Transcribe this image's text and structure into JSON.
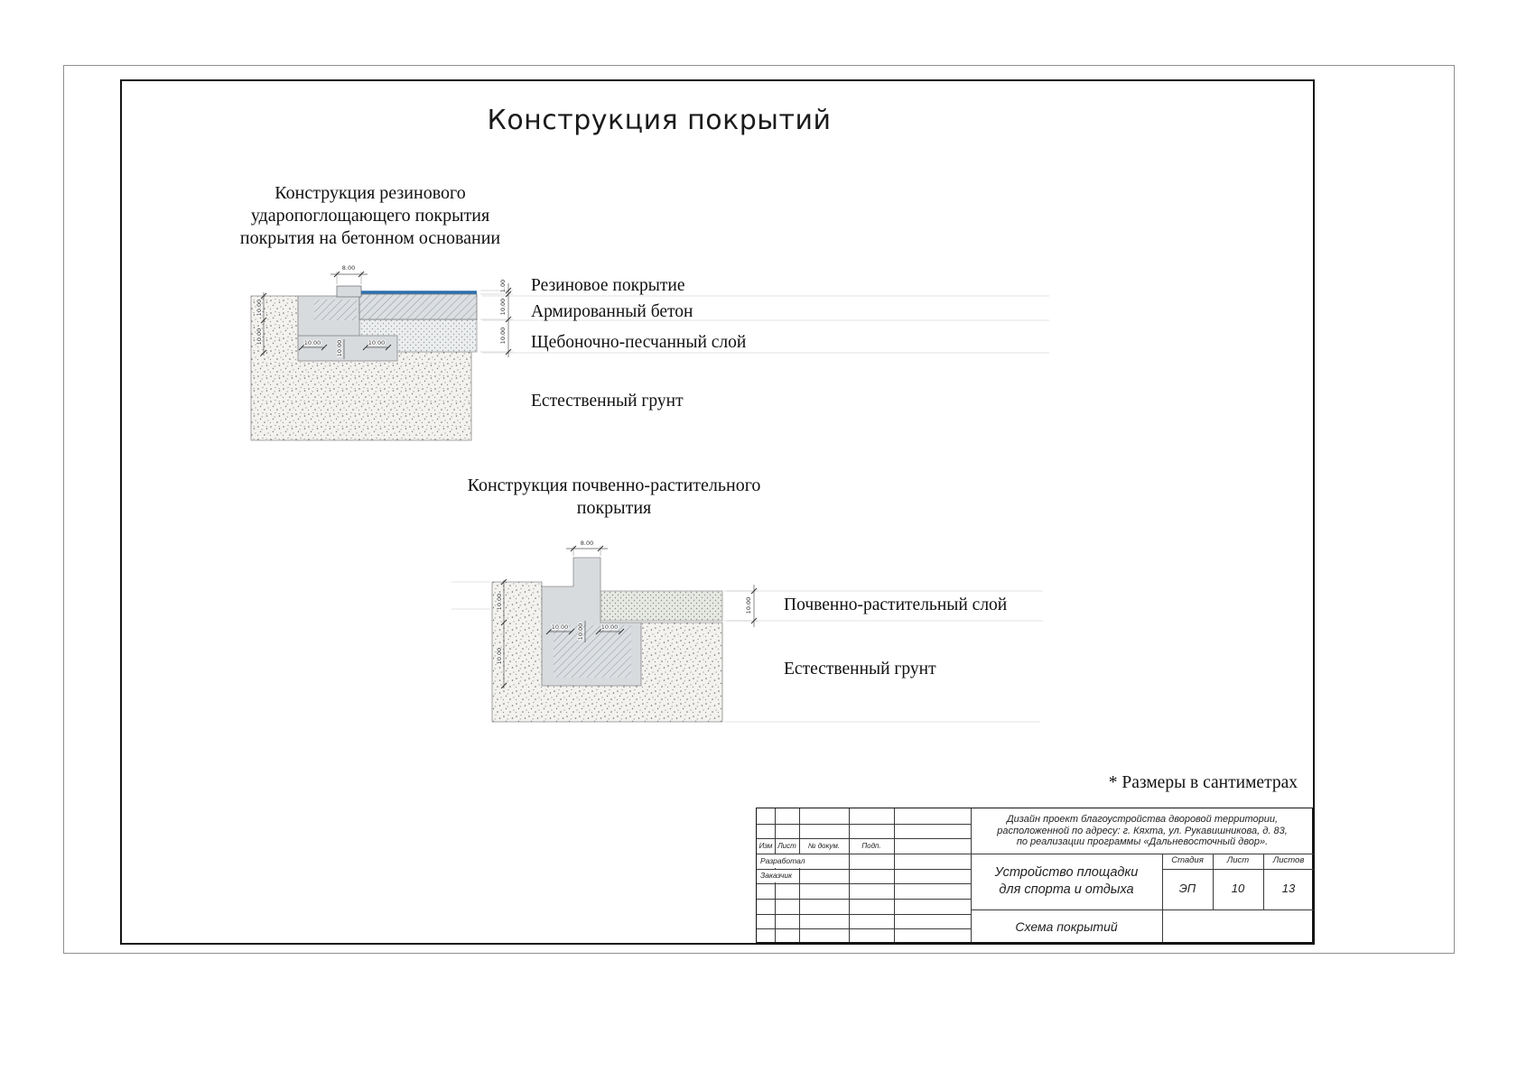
{
  "sheet": {
    "title": "Конструкция покрытий",
    "units_note": "* Размеры в сантиметрах"
  },
  "detail1": {
    "heading": [
      "Конструкция резинового",
      "ударопоглощающего покрытия",
      "покрытия на бетонном основании"
    ],
    "layers": {
      "rubber": "Резиновое покрытие",
      "concrete": "Армированный бетон",
      "gravel": "Щебоночно-песчанный слой",
      "ground": "Естественный грунт"
    },
    "dims": {
      "curb_width": "8.00",
      "rubber_thickness": "1.00",
      "concrete_thickness": "10.00",
      "gravel_thickness": "10.00",
      "footing_left": "10.00",
      "footing_height": "10.00",
      "footing_right": "10.00",
      "edge_upper": "10.00",
      "edge_lower": "10.00"
    },
    "colors": {
      "rubber": "#2e6fae"
    }
  },
  "detail2": {
    "heading": [
      "Конструкция почвенно-растительного",
      "покрытия"
    ],
    "layers": {
      "soil": "Почвенно-растительный слой",
      "ground": "Естественный грунт"
    },
    "dims": {
      "curb_width": "8.00",
      "soil_thickness": "10.00",
      "footing_left": "10.00",
      "footing_height": "10.00",
      "footing_right": "10.00",
      "edge_upper": "10.00",
      "edge_lower": "10.00"
    }
  },
  "title_block": {
    "project": [
      "Дизайн проект благоустройства дворовой территории,",
      "расположенной по адресу: г. Кяхта, ул. Рукавишникова, д. 83,",
      "по реализации программы «Дальневосточный двор»."
    ],
    "columns": {
      "izm": "Изм",
      "list": "Лист",
      "doc": "№ докум.",
      "podp": "Подп."
    },
    "rows": {
      "developer": "Разработал",
      "customer": "Заказчик"
    },
    "object": [
      "Устройство площадки",
      "для спорта и отдыха"
    ],
    "stage": {
      "label": "Стадия",
      "value": "ЭП"
    },
    "sheet": {
      "label": "Лист",
      "value": "10"
    },
    "sheets": {
      "label": "Листов",
      "value": "13"
    },
    "drawing_name": "Схема покрытий"
  }
}
